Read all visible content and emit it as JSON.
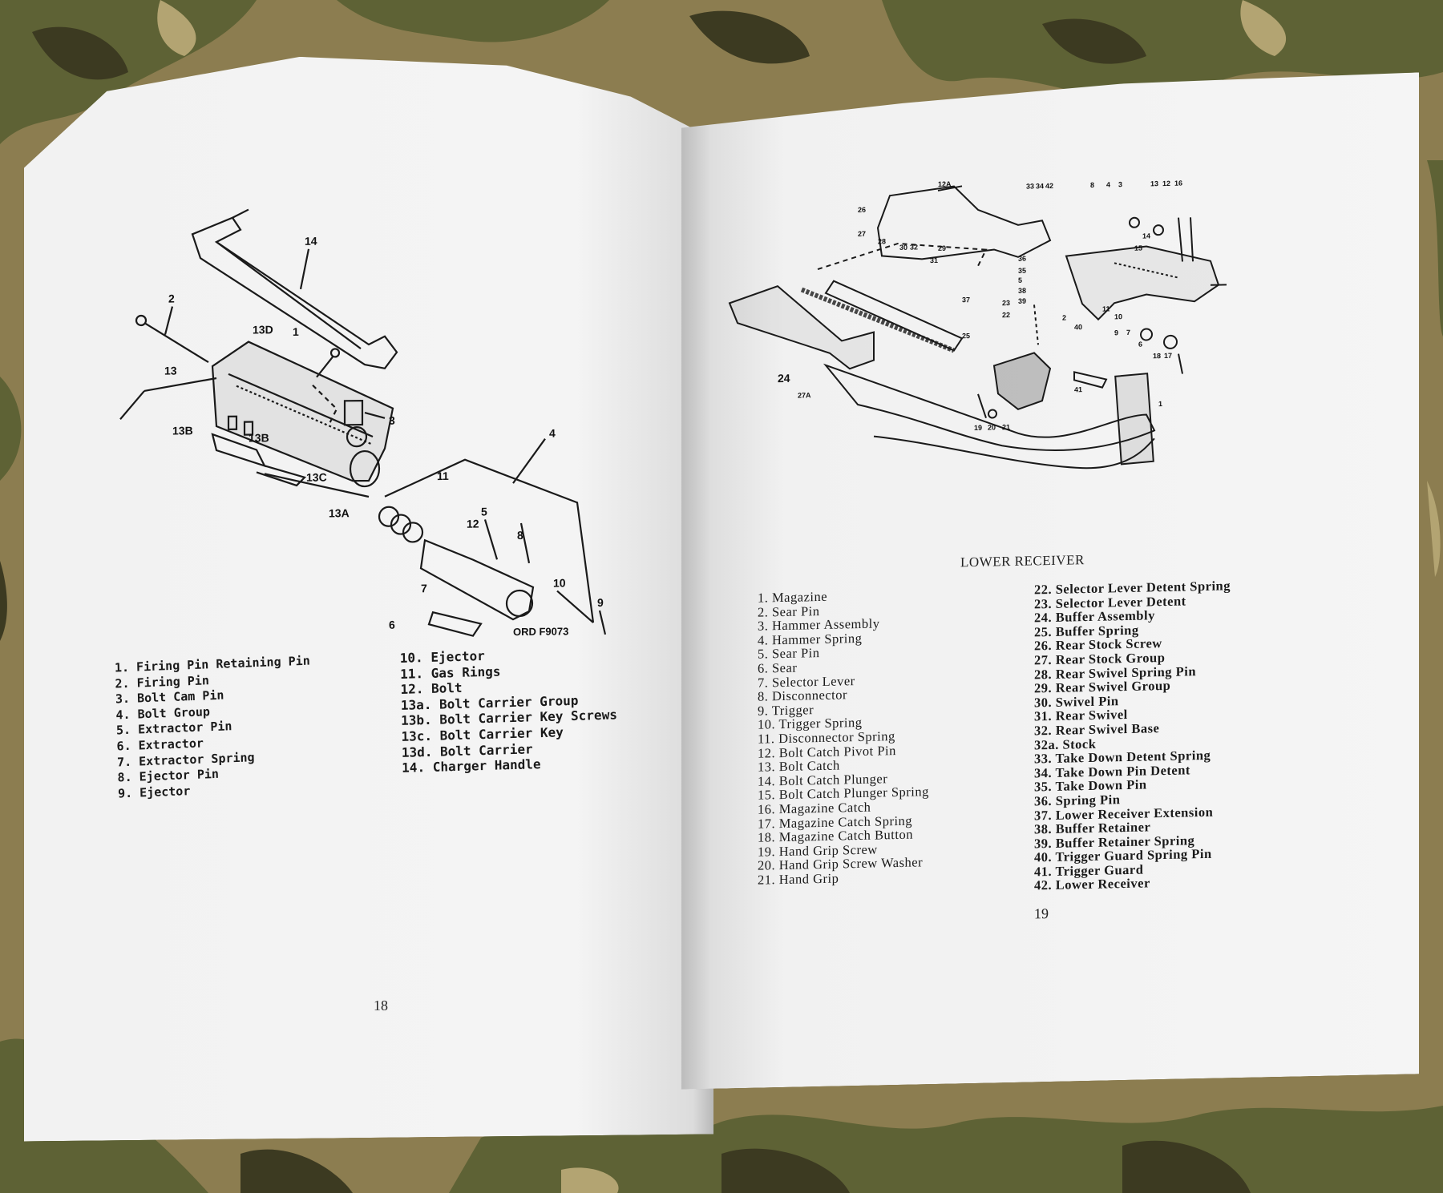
{
  "left_page": {
    "diagram": {
      "callouts": [
        "14",
        "2",
        "13D",
        "1",
        "3",
        "13",
        "13B",
        "13B",
        "13C",
        "13A",
        "11",
        "4",
        "12",
        "5",
        "8",
        "7",
        "10",
        "9",
        "6"
      ],
      "figure_code": "ORD F9073"
    },
    "legend_col1": [
      "1. Firing Pin Retaining Pin",
      "2. Firing Pin",
      "3. Bolt Cam Pin",
      "4. Bolt Group",
      "5. Extractor Pin",
      "6. Extractor",
      "7. Extractor Spring",
      "8. Ejector Pin",
      "9. Ejector"
    ],
    "legend_col2": [
      "10. Ejector",
      "11. Gas Rings",
      "12. Bolt",
      "13a. Bolt Carrier Group",
      "13b. Bolt Carrier Key Screws",
      "13c. Bolt Carrier Key",
      "13d. Bolt Carrier",
      "14. Charger Handle"
    ],
    "page_number": "18"
  },
  "right_page": {
    "diagram": {
      "callouts": [
        "12A",
        "26",
        "27",
        "28",
        "31",
        "32",
        "29",
        "30",
        "33",
        "34",
        "42",
        "8",
        "4",
        "3",
        "13",
        "12",
        "16",
        "36",
        "35",
        "5",
        "38",
        "39",
        "2",
        "11",
        "10",
        "14",
        "15",
        "37",
        "25",
        "24",
        "23",
        "22",
        "40",
        "18",
        "17",
        "41",
        "19",
        "20",
        "21",
        "27A",
        "1",
        "9",
        "7",
        "6"
      ]
    },
    "title": "LOWER RECEIVER",
    "legend_col1": [
      "1. Magazine",
      "2. Sear Pin",
      "3. Hammer Assembly",
      "4. Hammer Spring",
      "5. Sear Pin",
      "6. Sear",
      "7. Selector Lever",
      "8. Disconnector",
      "9. Trigger",
      "10. Trigger Spring",
      "11. Disconnector Spring",
      "12. Bolt Catch Pivot Pin",
      "13. Bolt Catch",
      "14. Bolt Catch Plunger",
      "15. Bolt Catch Plunger Spring",
      "16. Magazine Catch",
      "17. Magazine Catch Spring",
      "18. Magazine Catch Button",
      "19. Hand Grip Screw",
      "20. Hand Grip Screw Washer",
      "21. Hand Grip"
    ],
    "legend_col2": [
      "22. Selector Lever Detent Spring",
      "23. Selector Lever Detent",
      "24. Buffer Assembly",
      "25. Buffer Spring",
      "26. Rear Stock Screw",
      "27. Rear Stock Group",
      "28. Rear Swivel Spring Pin",
      "29. Rear Swivel Group",
      "30. Swivel Pin",
      "31. Rear Swivel",
      "32. Rear Swivel Base",
      "32a. Stock",
      "33. Take Down Detent Spring",
      "34. Take Down Pin Detent",
      "35. Take Down Pin",
      "36. Spring Pin",
      "37. Lower Receiver Extension",
      "38. Buffer Retainer",
      "39. Buffer Retainer Spring",
      "40. Trigger Guard Spring Pin",
      "41. Trigger Guard",
      "42. Lower Receiver"
    ],
    "page_number": "19"
  },
  "colors": {
    "background_camo": [
      "#8a7a4e",
      "#5f6336",
      "#3e3a22",
      "#a89a6a"
    ],
    "paper": "#f3f3f3",
    "ink": "#1a1a1a"
  }
}
